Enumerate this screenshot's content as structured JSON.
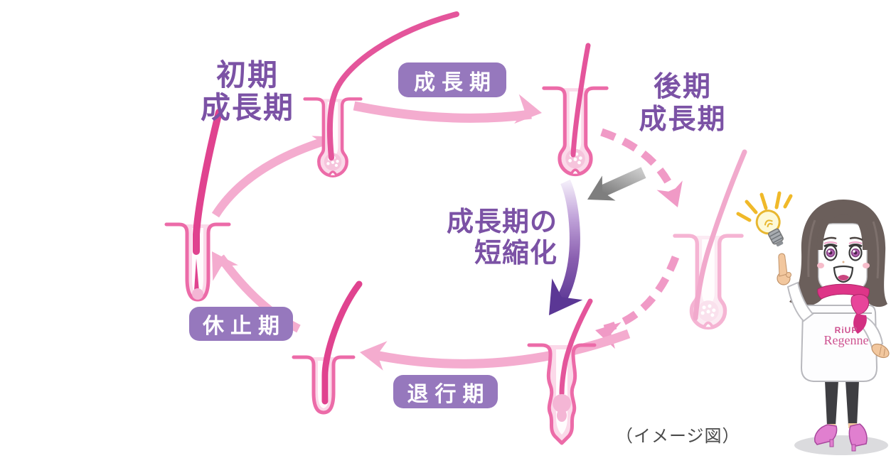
{
  "labels": {
    "early_growth": {
      "line1": "初期",
      "line2": "成長期"
    },
    "growth_badge": "成長期",
    "late_growth": {
      "line1": "後期",
      "line2": "成長期"
    },
    "shortening": {
      "line1": "成長期の",
      "line2": "短縮化"
    },
    "telogen_badge": "休止期",
    "catagen_badge": "退行期",
    "note": "（イメージ図）"
  },
  "mascot": {
    "brand_line1": "RiUP",
    "brand_line2": "Regenne"
  },
  "icons": {
    "follicles": [
      "early-anagen-follicle",
      "anagen-follicle",
      "late-anagen-follicle",
      "catagen-follicle",
      "early-telogen-follicle",
      "telogen-new-hair-follicle"
    ],
    "arrows": [
      "cycle-arrow-to-early-anagen",
      "cycle-arrow-growth",
      "cycle-arrow-dashed-to-late-anagen",
      "cycle-arrow-dashed-to-catagen",
      "cycle-arrow-regression",
      "cycle-arrow-telogen",
      "shortening-arrow",
      "gray-pointer-arrow"
    ],
    "mascot_icons": [
      "idea-lightbulb-icon",
      "mascot-character"
    ]
  },
  "colors": {
    "label_purple": "#7b52a5",
    "badge_purple": "#9678bd",
    "arrow_pink": "#f4accf",
    "arrow_dashed_pink": "#f09ac6",
    "hair_pink": "#e4559b",
    "follicle_outline": "#ec6ba8",
    "follicle_fill": "#fbd9e9",
    "shortening_arrow_purple": "#5b3795",
    "gray_arrow": "#858585",
    "note_gray": "#4a4a4a",
    "brand_pink": "#ce5290"
  }
}
